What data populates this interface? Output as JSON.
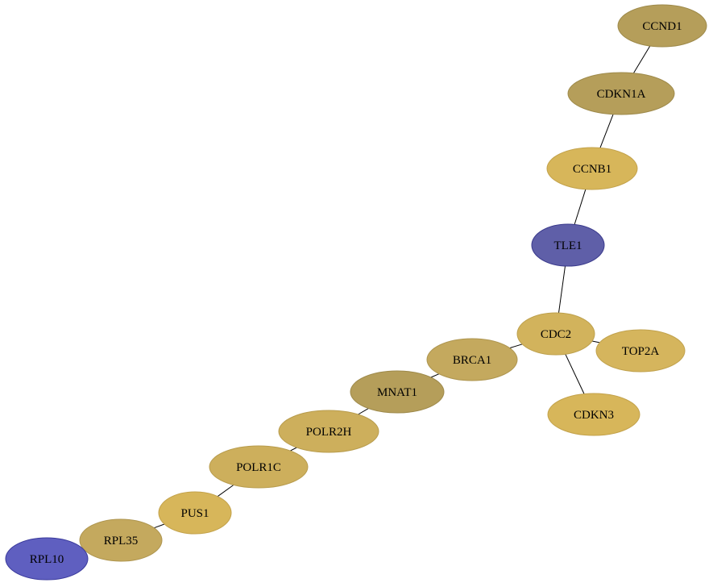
{
  "graph": {
    "nodes": [
      {
        "id": "CCND1",
        "label": "CCND1",
        "color": "#B59E5A",
        "stroke": "#9E8A4B"
      },
      {
        "id": "CDKN1A",
        "label": "CDKN1A",
        "color": "#B59E5A",
        "stroke": "#9E8A4B"
      },
      {
        "id": "CCNB1",
        "label": "CCNB1",
        "color": "#D7B65A",
        "stroke": "#C3A24B"
      },
      {
        "id": "TLE1",
        "label": "TLE1",
        "color": "#5F5FA8",
        "stroke": "#3A3A8C"
      },
      {
        "id": "CDC2",
        "label": "CDC2",
        "color": "#D2B35C",
        "stroke": "#BDA04C"
      },
      {
        "id": "TOP2A",
        "label": "TOP2A",
        "color": "#D5B55D",
        "stroke": "#C1A24D"
      },
      {
        "id": "CDKN3",
        "label": "CDKN3",
        "color": "#D7B65A",
        "stroke": "#C3A24B"
      },
      {
        "id": "BRCA1",
        "label": "BRCA1",
        "color": "#C4A95E",
        "stroke": "#AE954F"
      },
      {
        "id": "MNAT1",
        "label": "MNAT1",
        "color": "#B59E5A",
        "stroke": "#9E8A4B"
      },
      {
        "id": "POLR2H",
        "label": "POLR2H",
        "color": "#CDAF5C",
        "stroke": "#B89C4D"
      },
      {
        "id": "POLR1C",
        "label": "POLR1C",
        "color": "#CDAF5C",
        "stroke": "#B89C4D"
      },
      {
        "id": "PUS1",
        "label": "PUS1",
        "color": "#D7B65A",
        "stroke": "#C3A24B"
      },
      {
        "id": "RPL35",
        "label": "RPL35",
        "color": "#C4A95E",
        "stroke": "#AE954F"
      },
      {
        "id": "RPL10",
        "label": "RPL10",
        "color": "#5F5FC0",
        "stroke": "#3A3A9C"
      }
    ],
    "edges": [
      [
        "CCND1",
        "CDKN1A"
      ],
      [
        "CDKN1A",
        "CCNB1"
      ],
      [
        "CCNB1",
        "TLE1"
      ],
      [
        "TLE1",
        "CDC2"
      ],
      [
        "CDC2",
        "TOP2A"
      ],
      [
        "CDC2",
        "CDKN3"
      ],
      [
        "CDC2",
        "BRCA1"
      ],
      [
        "BRCA1",
        "MNAT1"
      ],
      [
        "MNAT1",
        "POLR2H"
      ],
      [
        "POLR2H",
        "POLR1C"
      ],
      [
        "POLR1C",
        "PUS1"
      ],
      [
        "PUS1",
        "RPL35"
      ],
      [
        "RPL35",
        "RPL10"
      ]
    ]
  }
}
